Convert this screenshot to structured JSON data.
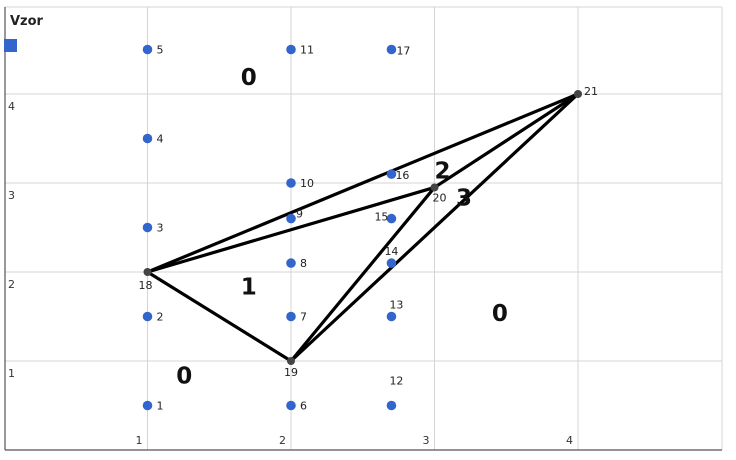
{
  "title": "Vzor",
  "legend_marker_color": "#3366cc",
  "colors": {
    "grid": "#d4d4d4",
    "axis": "#555555",
    "point": "#3366cc",
    "edge": "#000000"
  },
  "axes": {
    "x_ticks": [
      "1",
      "2",
      "3",
      "4"
    ],
    "y_ticks": [
      "1",
      "2",
      "3",
      "4"
    ],
    "xlim": [
      0,
      5
    ],
    "ylim": [
      0,
      5
    ]
  },
  "chart_data": {
    "type": "scatter",
    "title": "Vzor",
    "xlim": [
      0,
      5
    ],
    "ylim": [
      0,
      5
    ],
    "grid": true,
    "points": [
      {
        "id": "1",
        "x": 1.0,
        "y": 0.5
      },
      {
        "id": "2",
        "x": 1.0,
        "y": 1.5
      },
      {
        "id": "3",
        "x": 1.0,
        "y": 2.5
      },
      {
        "id": "4",
        "x": 1.0,
        "y": 3.5
      },
      {
        "id": "5",
        "x": 1.0,
        "y": 4.5
      },
      {
        "id": "6",
        "x": 2.0,
        "y": 0.5
      },
      {
        "id": "7",
        "x": 2.0,
        "y": 1.5
      },
      {
        "id": "8",
        "x": 2.0,
        "y": 2.1
      },
      {
        "id": "9",
        "x": 2.0,
        "y": 2.6
      },
      {
        "id": "10",
        "x": 2.0,
        "y": 3.0
      },
      {
        "id": "11",
        "x": 2.0,
        "y": 4.5
      },
      {
        "id": "12",
        "x": 2.7,
        "y": 0.5
      },
      {
        "id": "13",
        "x": 2.7,
        "y": 1.5
      },
      {
        "id": "14",
        "x": 2.7,
        "y": 2.1
      },
      {
        "id": "15",
        "x": 2.7,
        "y": 2.6
      },
      {
        "id": "16",
        "x": 2.7,
        "y": 3.1
      },
      {
        "id": "17",
        "x": 2.7,
        "y": 4.5
      },
      {
        "id": "18",
        "x": 1.0,
        "y": 2.0
      },
      {
        "id": "19",
        "x": 2.0,
        "y": 1.0
      },
      {
        "id": "20",
        "x": 3.0,
        "y": 2.95
      },
      {
        "id": "21",
        "x": 4.0,
        "y": 4.0
      }
    ],
    "edges": [
      [
        "18",
        "21"
      ],
      [
        "18",
        "20"
      ],
      [
        "18",
        "19"
      ],
      [
        "19",
        "20"
      ],
      [
        "19",
        "21"
      ],
      [
        "20",
        "21"
      ]
    ],
    "region_labels": [
      {
        "text": "0",
        "x": 1.65,
        "y": 4.1
      },
      {
        "text": "0",
        "x": 1.2,
        "y": 0.75
      },
      {
        "text": "0",
        "x": 3.4,
        "y": 1.45
      },
      {
        "text": "1",
        "x": 1.65,
        "y": 1.75
      },
      {
        "text": "2",
        "x": 3.0,
        "y": 3.05
      },
      {
        "text": "3",
        "x": 3.15,
        "y": 2.75
      }
    ]
  }
}
